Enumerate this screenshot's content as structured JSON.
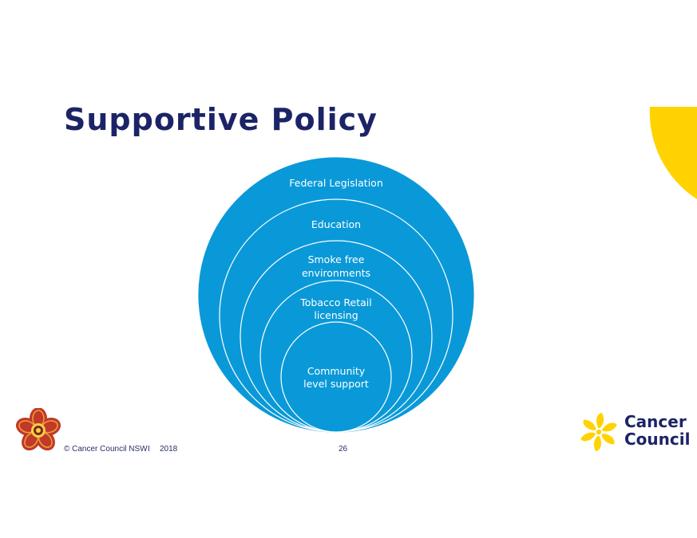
{
  "slide": {
    "title": "Supportive Policy",
    "page_number": "26"
  },
  "diagram": {
    "fill_color": "#0a99d8",
    "stroke_color": "#ffffff",
    "layers": [
      {
        "lines": [
          "Federal Legislation"
        ]
      },
      {
        "lines": [
          "Education"
        ]
      },
      {
        "lines": [
          "Smoke free",
          "environments"
        ]
      },
      {
        "lines": [
          "Tobacco Retail",
          "licensing"
        ]
      },
      {
        "lines": [
          "Community",
          "level support"
        ]
      }
    ]
  },
  "footer": {
    "copyright": "© Cancer Council NSW",
    "separator": "I",
    "year": "2018"
  },
  "logo": {
    "line1": "Cancer",
    "line2": "Council",
    "daffodil_color": "#ffd200",
    "text_color": "#1c2467"
  },
  "colors": {
    "title": "#1c2467",
    "accent_yellow": "#ffd200"
  }
}
